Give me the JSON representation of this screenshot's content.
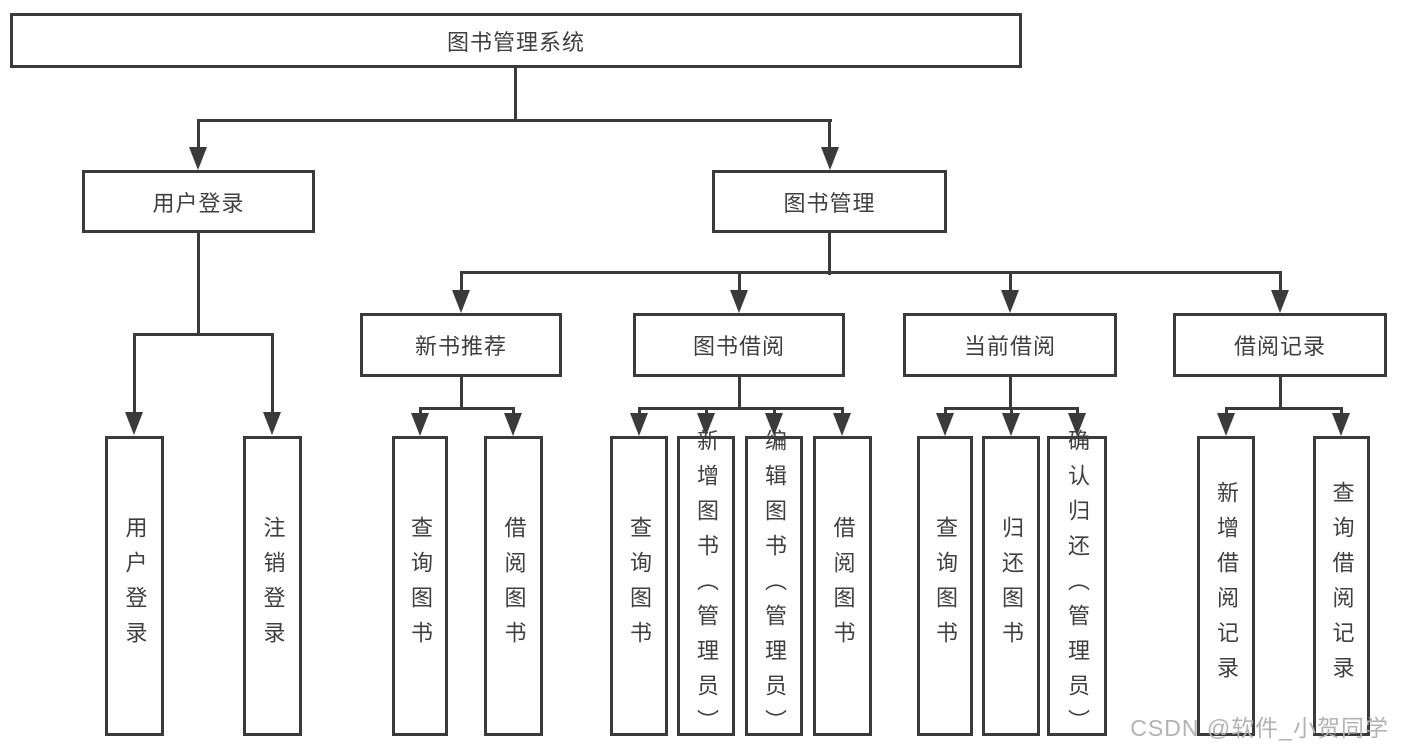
{
  "diagram_type": "hierarchy-flowchart",
  "colors": {
    "line": "#3a3a3a",
    "text": "#3f3f3f",
    "watermark": "#b3b3b3",
    "background": "#ffffff"
  },
  "nodes": {
    "root": "图书管理系统",
    "userLogin": "用户登录",
    "bookMgmt": "图书管理",
    "newBook": "新书推荐",
    "bookBorrow": "图书借阅",
    "currentBorrow": "当前借阅",
    "borrowRecords": "借阅记录",
    "leaves": {
      "userLogin": "用户登录",
      "logout": "注销登录",
      "nbQuery": "查询图书",
      "nbBorrow": "借阅图书",
      "bbQuery": "查询图书",
      "bbAdd": "新增图书（管理员）",
      "bbEdit": "编辑图书（管理员）",
      "bbBorrow": "借阅图书",
      "cbQuery": "查询图书",
      "cbReturn": "归还图书",
      "cbConfirm": "确认归还（管理员）",
      "brAdd": "新增借阅记录",
      "brQuery": "查询借阅记录"
    }
  },
  "hierarchy": {
    "图书管理系统": {
      "用户登录": [
        "用户登录",
        "注销登录"
      ],
      "图书管理": {
        "新书推荐": [
          "查询图书",
          "借阅图书"
        ],
        "图书借阅": [
          "查询图书",
          "新增图书（管理员）",
          "编辑图书（管理员）",
          "借阅图书"
        ],
        "当前借阅": [
          "查询图书",
          "归还图书",
          "确认归还（管理员）"
        ],
        "借阅记录": [
          "新增借阅记录",
          "查询借阅记录"
        ]
      }
    }
  },
  "watermark": "CSDN @软件_小贺同学"
}
